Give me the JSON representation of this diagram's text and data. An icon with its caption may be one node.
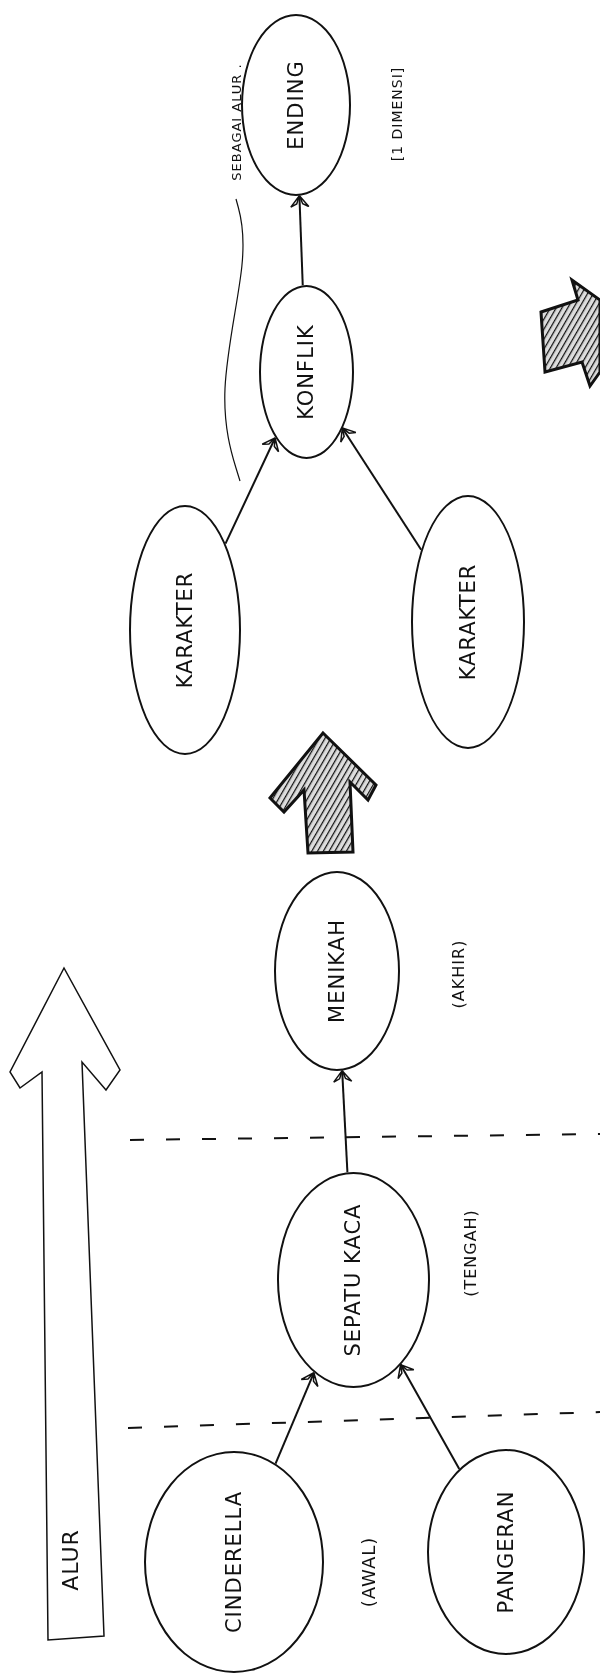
{
  "diagram": {
    "nodes": [
      {
        "text": [
          "CINDERELLA"
        ]
      },
      {
        "text": [
          "PANGERAN"
        ]
      },
      {
        "text": [
          "SEPATU KACA"
        ]
      },
      {
        "text": [
          "MENIKAH"
        ]
      },
      {
        "text": [
          "KARAKTER"
        ]
      },
      {
        "text": [
          "KARAKTER"
        ]
      },
      {
        "text": [
          "KONFLIK"
        ]
      },
      {
        "text": [
          "ENDING"
        ]
      },
      {
        "text": [
          "SEBAGAI ALUR ."
        ]
      }
    ],
    "edges": [
      {
        "from": 0,
        "to": 2,
        "arrow": "to"
      },
      {
        "from": 1,
        "to": 2,
        "arrow": "to"
      },
      {
        "from": 2,
        "to": 3,
        "arrow": "to"
      },
      {
        "from": 4,
        "to": 6,
        "arrow": "to"
      },
      {
        "from": 5,
        "to": 6,
        "arrow": "to"
      },
      {
        "from": 6,
        "to": 7,
        "arrow": "to"
      },
      {
        "from": 8,
        "to": null,
        "arrow": "none"
      }
    ],
    "labels": [
      "ALUR",
      "(AWAL)",
      "(TENGAH)",
      "(AKHIR)",
      "[1 DIMENSI]"
    ]
  }
}
